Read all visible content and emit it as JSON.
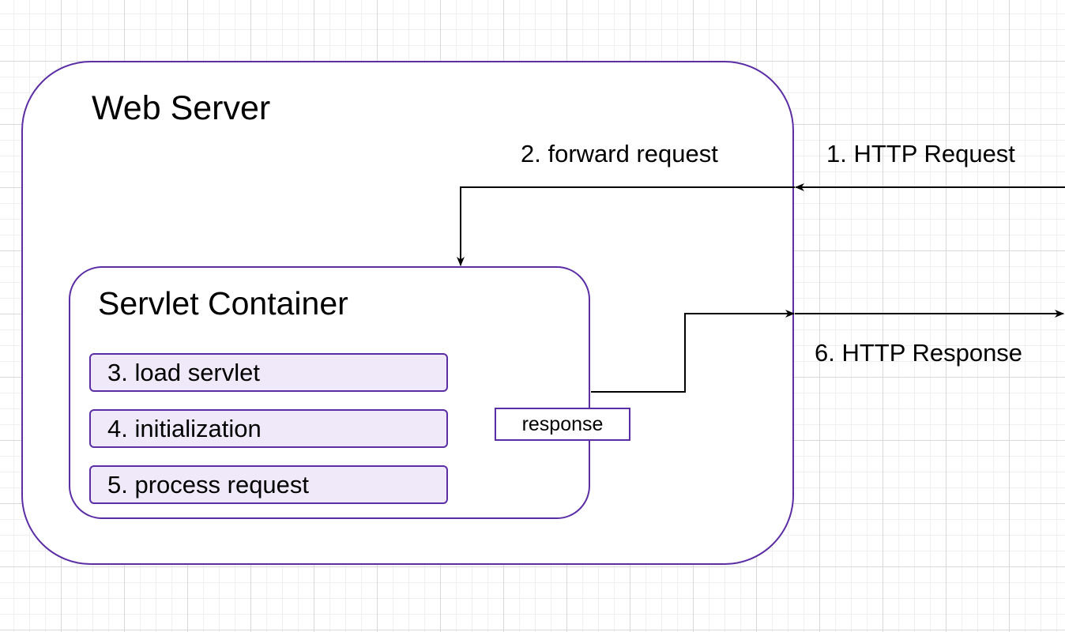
{
  "nodes": {
    "web_server": "Web Server",
    "servlet_container": "Servlet Container",
    "response": "response"
  },
  "steps": [
    "3. load servlet",
    "4. initialization",
    "5. process request"
  ],
  "edges": {
    "http_request": "1. HTTP Request",
    "forward_request": "2. forward request",
    "http_response": "6. HTTP Response"
  },
  "colors": {
    "border": "#5b2ea6",
    "step_fill": "#efe9fa",
    "arrow": "#000000"
  }
}
